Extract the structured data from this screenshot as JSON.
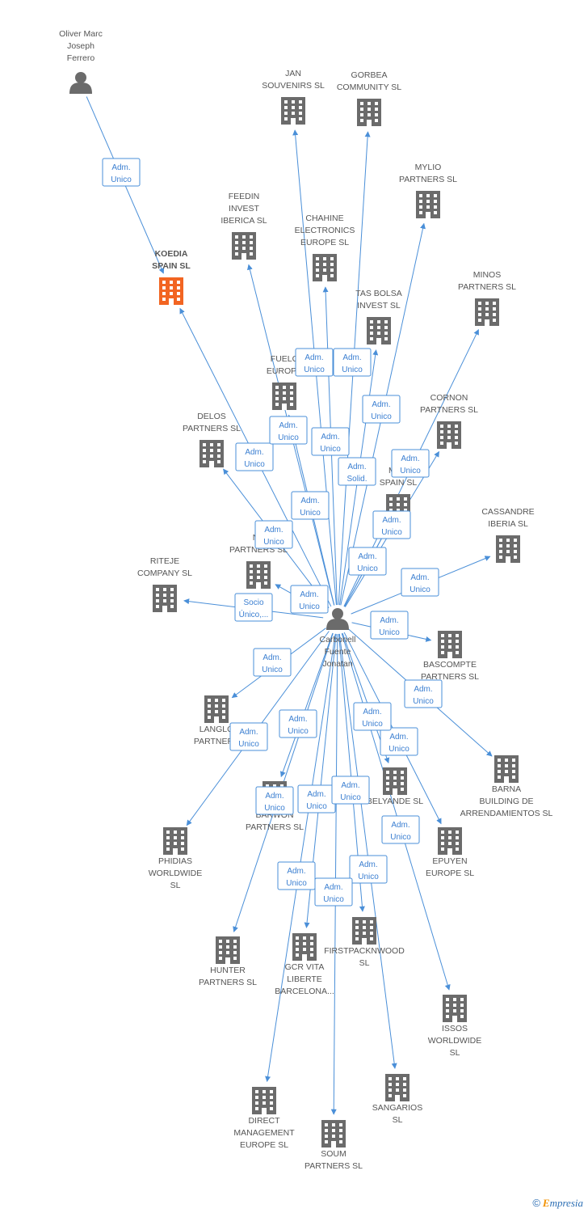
{
  "colors": {
    "edge": "#4a8fd8",
    "building": "#6b6b6b",
    "focus": "#f26522",
    "person": "#6b6b6b"
  },
  "nodes": [
    {
      "id": "oliver",
      "type": "person",
      "lines": [
        "Oliver Marc",
        "Joseph",
        "Ferrero"
      ]
    },
    {
      "id": "koedia",
      "type": "focus",
      "lines": [
        "KOEDIA",
        "SPAIN  SL"
      ]
    },
    {
      "id": "carbonell",
      "type": "person",
      "lines": [
        "Carbonell",
        "Fuente",
        "Jonatan"
      ]
    },
    {
      "id": "jan",
      "type": "company",
      "lines": [
        "JAN",
        "SOUVENIRS  SL"
      ]
    },
    {
      "id": "gorbea",
      "type": "company",
      "lines": [
        "GORBEA",
        "COMMUNITY  SL"
      ]
    },
    {
      "id": "mylio",
      "type": "company",
      "lines": [
        "MYLIO",
        "PARTNERS  SL"
      ]
    },
    {
      "id": "feedin",
      "type": "company",
      "lines": [
        "FEEDIN",
        "INVEST",
        "IBERICA SL"
      ]
    },
    {
      "id": "chahine",
      "type": "company",
      "lines": [
        "CHAHINE",
        "ELECTRONICS",
        "EUROPE  SL"
      ]
    },
    {
      "id": "minos",
      "type": "company",
      "lines": [
        "MINOS",
        "PARTNERS  SL"
      ]
    },
    {
      "id": "tasbolsa",
      "type": "company",
      "lines": [
        "TAS BOLSA",
        "INVEST SL"
      ]
    },
    {
      "id": "fuelco",
      "type": "company",
      "lines": [
        "FUELC",
        "EUROPE"
      ]
    },
    {
      "id": "cornon",
      "type": "company",
      "lines": [
        "CORNON",
        "PARTNERS  SL"
      ]
    },
    {
      "id": "delos",
      "type": "company",
      "lines": [
        "DELOS",
        "PARTNERS  SL"
      ]
    },
    {
      "id": "magn",
      "type": "company",
      "lines": [
        "MAG",
        "SPAIN  SL"
      ]
    },
    {
      "id": "cassandre",
      "type": "company",
      "lines": [
        "CASSANDRE",
        "IBERIA  SL"
      ]
    },
    {
      "id": "nyx",
      "type": "company",
      "lines": [
        "NY",
        "PARTNERS  SL"
      ]
    },
    {
      "id": "riteje",
      "type": "company",
      "lines": [
        "RITEJE",
        "COMPANY SL"
      ]
    },
    {
      "id": "bascompte",
      "type": "company",
      "lines": [
        "BASCOMPTE",
        "PARTNERS SL"
      ]
    },
    {
      "id": "langlo",
      "type": "company",
      "lines": [
        "LANGLO",
        "PARTNERS"
      ]
    },
    {
      "id": "barna",
      "type": "company",
      "lines": [
        "BARNA",
        "BUILDING DE",
        "ARRENDAMIENTOS SL"
      ]
    },
    {
      "id": "belyande",
      "type": "company",
      "lines": [
        "BELYANDE  SL"
      ]
    },
    {
      "id": "barwon",
      "type": "company",
      "lines": [
        "BARWON",
        "PARTNERS  SL"
      ]
    },
    {
      "id": "phidias",
      "type": "company",
      "lines": [
        "PHIDIAS",
        "WORLDWIDE",
        "SL"
      ]
    },
    {
      "id": "epuyen",
      "type": "company",
      "lines": [
        "EPUYEN",
        "EUROPE  SL"
      ]
    },
    {
      "id": "hunter",
      "type": "company",
      "lines": [
        "HUNTER",
        "PARTNERS  SL"
      ]
    },
    {
      "id": "gcr",
      "type": "company",
      "lines": [
        "GCR VITA",
        "LIBERTE",
        "BARCELONA..."
      ]
    },
    {
      "id": "firstpack",
      "type": "company",
      "lines": [
        "FIRSTPACKNWOOD",
        "SL"
      ]
    },
    {
      "id": "issos",
      "type": "company",
      "lines": [
        "ISSOS",
        "WORLDWIDE",
        "SL"
      ]
    },
    {
      "id": "direct",
      "type": "company",
      "lines": [
        "DIRECT",
        "MANAGEMENT",
        "EUROPE SL"
      ]
    },
    {
      "id": "sangarios",
      "type": "company",
      "lines": [
        "SANGARIOS",
        "SL"
      ]
    },
    {
      "id": "soum",
      "type": "company",
      "lines": [
        "SOUM",
        "PARTNERS  SL"
      ]
    }
  ],
  "edges": [
    {
      "from": "oliver",
      "to": "koedia",
      "label": [
        "Adm.",
        "Unico"
      ]
    },
    {
      "from": "carbonell",
      "to": "koedia",
      "label": [
        "Adm.",
        "Unico"
      ]
    },
    {
      "from": "carbonell",
      "to": "jan",
      "label": [
        "Adm.",
        "Unico"
      ]
    },
    {
      "from": "carbonell",
      "to": "gorbea",
      "label": [
        "Adm.",
        "Unico"
      ]
    },
    {
      "from": "carbonell",
      "to": "mylio",
      "label": [
        "Adm.",
        "Unico"
      ]
    },
    {
      "from": "carbonell",
      "to": "feedin",
      "label": [
        "Adm.",
        "Unico"
      ]
    },
    {
      "from": "carbonell",
      "to": "chahine",
      "label": [
        "Adm.",
        "Unico"
      ]
    },
    {
      "from": "carbonell",
      "to": "minos",
      "label": [
        "Adm.",
        "Unico"
      ]
    },
    {
      "from": "carbonell",
      "to": "tasbolsa",
      "label": [
        "Adm.",
        "Unico"
      ]
    },
    {
      "from": "carbonell",
      "to": "fuelco",
      "label": [
        "Adm.",
        "Solid."
      ]
    },
    {
      "from": "carbonell",
      "to": "cornon",
      "label": [
        "Adm.",
        "Unico"
      ]
    },
    {
      "from": "carbonell",
      "to": "delos",
      "label": [
        "Adm.",
        "Unico"
      ]
    },
    {
      "from": "carbonell",
      "to": "magn",
      "label": [
        "Adm.",
        "Unico"
      ]
    },
    {
      "from": "carbonell",
      "to": "cassandre",
      "label": [
        "Adm.",
        "Unico"
      ]
    },
    {
      "from": "carbonell",
      "to": "nyx",
      "label": [
        "Adm.",
        "Unico"
      ]
    },
    {
      "from": "carbonell",
      "to": "riteje",
      "label": [
        "Socio",
        "Único,..."
      ]
    },
    {
      "from": "carbonell",
      "to": "bascompte",
      "label": [
        "Adm.",
        "Unico"
      ]
    },
    {
      "from": "carbonell",
      "to": "langlo",
      "label": [
        "Adm.",
        "Unico"
      ]
    },
    {
      "from": "carbonell",
      "to": "barna",
      "label": [
        "Adm.",
        "Unico"
      ]
    },
    {
      "from": "carbonell",
      "to": "belyande",
      "label": [
        "Adm.",
        "Unico"
      ]
    },
    {
      "from": "carbonell",
      "to": "barwon",
      "label": [
        "Adm.",
        "Unico"
      ]
    },
    {
      "from": "carbonell",
      "to": "phidias",
      "label": [
        "Adm.",
        "Unico"
      ]
    },
    {
      "from": "carbonell",
      "to": "epuyen",
      "label": [
        "Adm.",
        "Unico"
      ]
    },
    {
      "from": "carbonell",
      "to": "hunter",
      "label": [
        "Adm.",
        "Unico"
      ]
    },
    {
      "from": "carbonell",
      "to": "gcr",
      "label": [
        "Adm.",
        "Unico"
      ]
    },
    {
      "from": "carbonell",
      "to": "firstpack",
      "label": [
        "Adm.",
        "Unico"
      ]
    },
    {
      "from": "carbonell",
      "to": "issos",
      "label": [
        "Adm.",
        "Unico"
      ]
    },
    {
      "from": "carbonell",
      "to": "direct",
      "label": [
        "Adm.",
        "Unico"
      ]
    },
    {
      "from": "carbonell",
      "to": "sangarios",
      "label": [
        "Adm.",
        "Unico"
      ]
    },
    {
      "from": "carbonell",
      "to": "soum",
      "label": [
        "Adm.",
        "Unico"
      ]
    },
    {
      "from": "carbonell",
      "to": "magn",
      "label": [
        "Adm.",
        "Unico"
      ]
    }
  ],
  "footer": {
    "copyright": "©",
    "brand_first": "E",
    "brand_rest": "mpresia"
  }
}
